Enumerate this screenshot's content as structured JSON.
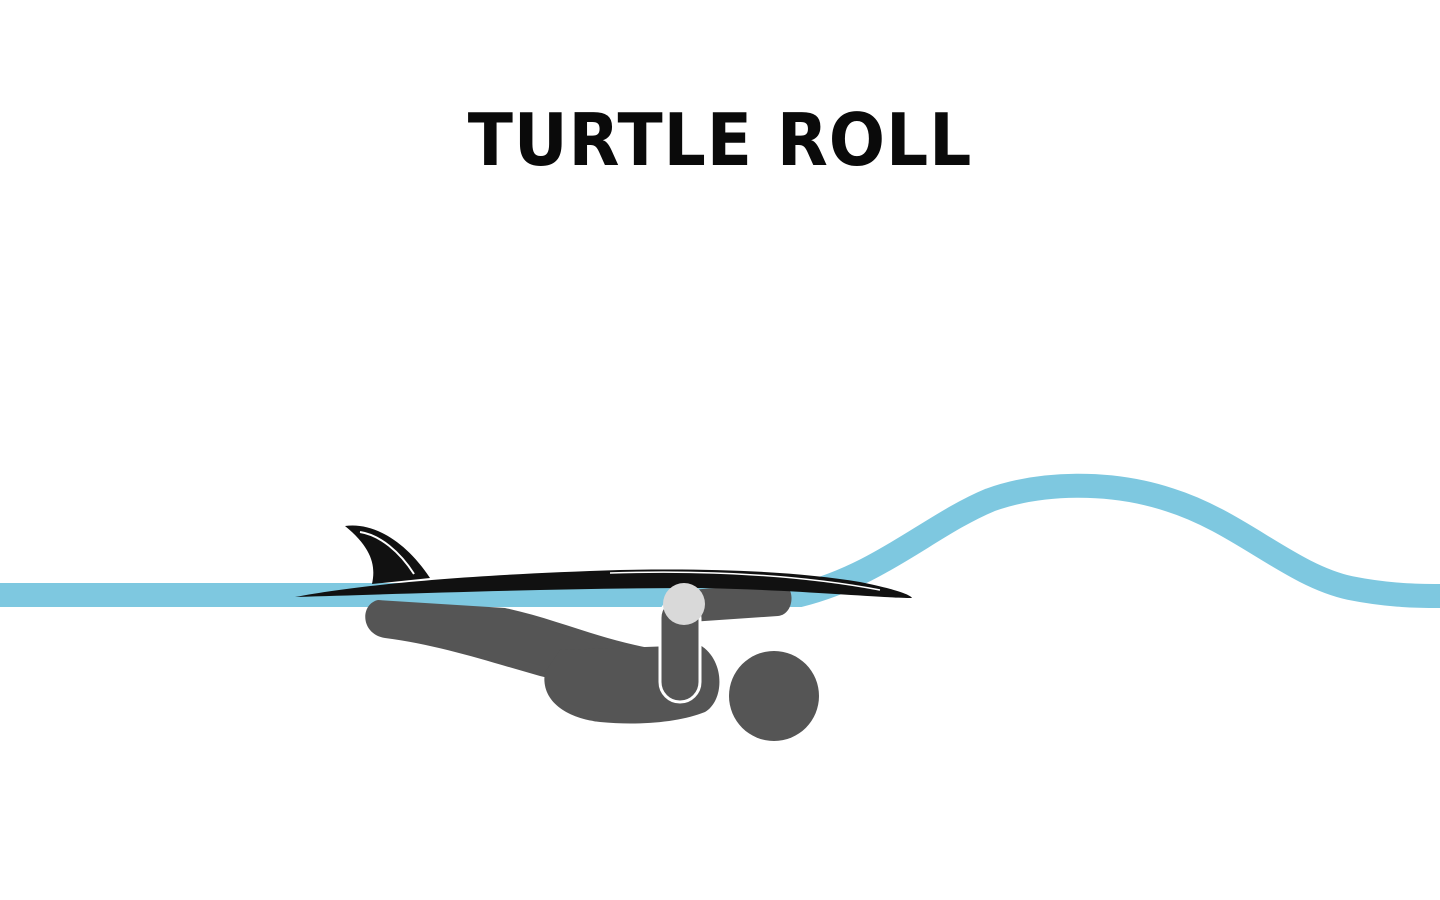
{
  "title": "TURTLE ROLL",
  "colors": {
    "background": "#ffffff",
    "water": "#7ec8e0",
    "board": "#111111",
    "surfer": "#555555",
    "hand": "#d9d9d9",
    "title": "#0a0a0a"
  },
  "icons": {
    "wave": "wave-line",
    "surfboard": "surfboard-with-fin",
    "surfer": "surfer-underwater-figure"
  }
}
